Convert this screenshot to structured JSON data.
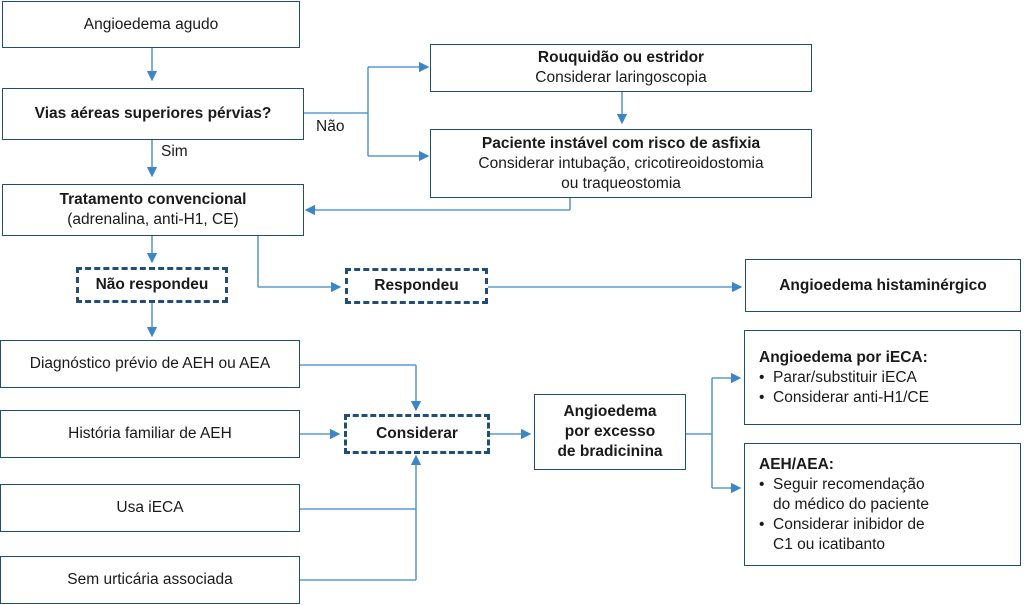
{
  "nodes": {
    "angioedema_agudo": "Angioedema agudo",
    "vias_aereas": "Vias aéreas superiores pérvias?",
    "rouquidao_title": "Rouquidão ou estridor",
    "rouquidao_sub": "Considerar laringoscopia",
    "instavel_title": "Paciente instável com risco de asfixia",
    "instavel_sub1": "Considerar intubação, cricotireoidostomia",
    "instavel_sub2": "ou traqueostomia",
    "tratamento_title": "Tratamento convencional",
    "tratamento_sub": "(adrenalina, anti-H1, CE)",
    "nao_respondeu": "Não respondeu",
    "respondeu": "Respondeu",
    "histaminergico": "Angioedema histaminérgico",
    "diag_previo": "Diagnóstico prévio de AEH ou AEA",
    "historia_familiar": "História familiar de AEH",
    "usa_ieca": "Usa iECA",
    "sem_urticaria": "Sem urticária associada",
    "considerar": "Considerar",
    "bradicinina_1": "Angioedema",
    "bradicinina_2": "por excesso",
    "bradicinina_3": "de bradicinina",
    "ieca_title": "Angioedema por iECA:",
    "ieca_items": [
      "Parar/substituir iECA",
      "Considerar anti-H1/CE"
    ],
    "aeh_title": "AEH/AEA:",
    "aeh_items": [
      "Seguir recomendação",
      "do médico do paciente",
      "Considerar inibidor de",
      "C1 ou icatibanto"
    ]
  },
  "edge_labels": {
    "nao": "Não",
    "sim": "Sim"
  },
  "colors": {
    "box_border": "#1f4e79",
    "arrow": "#3a86c8"
  }
}
